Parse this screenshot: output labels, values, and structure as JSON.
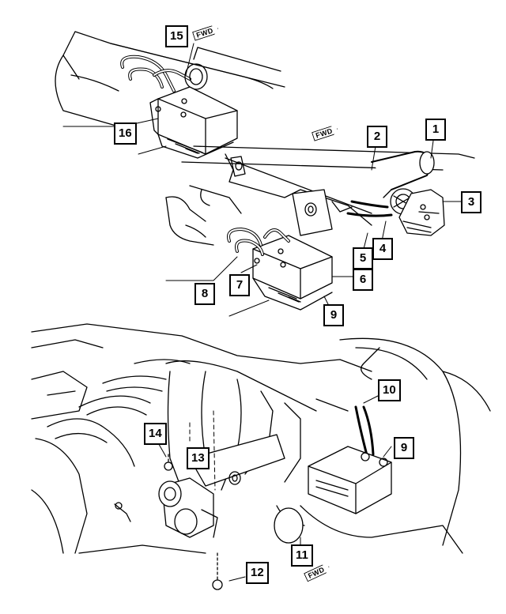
{
  "fwd_label": "FWD",
  "callouts": {
    "c1": "1",
    "c2": "2",
    "c3": "3",
    "c4": "4",
    "c5": "5",
    "c6": "6",
    "c7": "7",
    "c8": "8",
    "c9_top": "9",
    "c10": "10",
    "c11": "11",
    "c12": "12",
    "c13": "13",
    "c14": "14",
    "c15": "15",
    "c16": "16",
    "c9_bottom": "9"
  }
}
